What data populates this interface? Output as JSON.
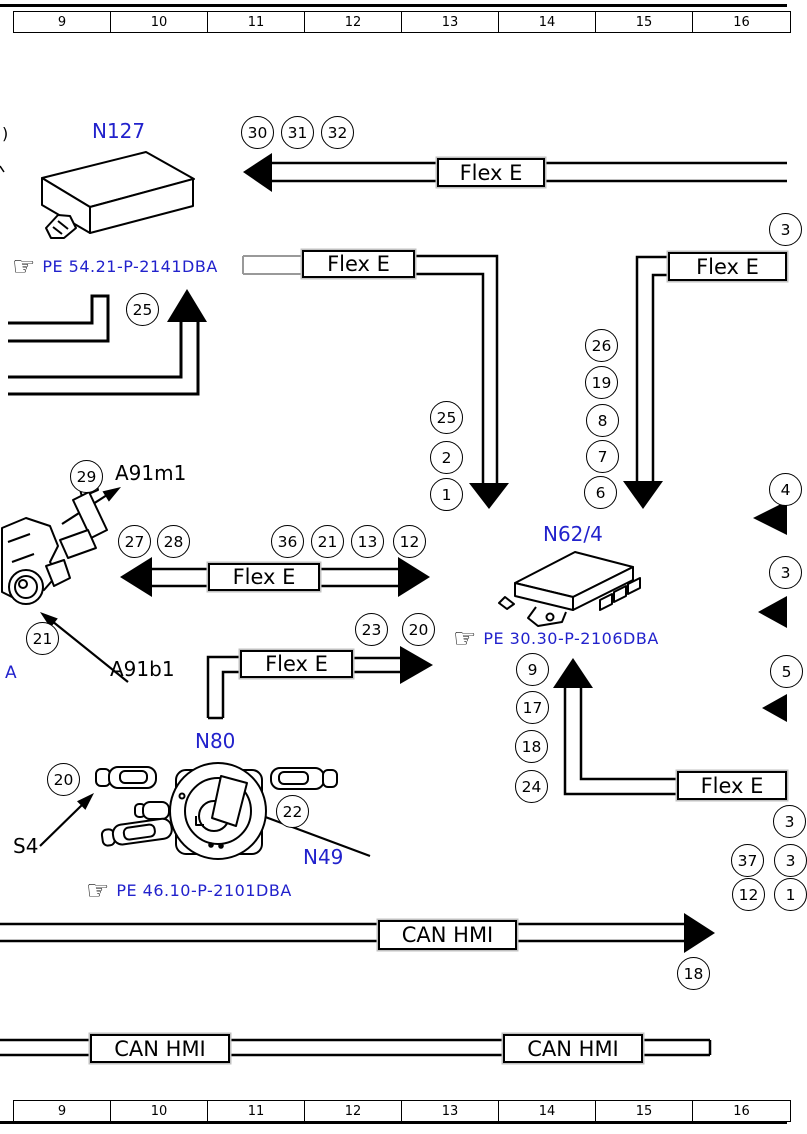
{
  "colors": {
    "accent_blue": "#2222cc",
    "line_black": "#000000"
  },
  "ruler": {
    "cells": [
      "9",
      "10",
      "11",
      "12",
      "13",
      "14",
      "15",
      "16"
    ]
  },
  "labels": {
    "n127": "N127",
    "n62_4": "N62/4",
    "n80": "N80",
    "n49": "N49",
    "a91m1": "A91m1",
    "a91b1": "A91b1",
    "s4": "S4",
    "partial_a": "A",
    "partial_paren": ")"
  },
  "pe_refs": {
    "pe_54": "PE 54.21-P-2141DBA",
    "pe_30": "PE 30.30-P-2106DBA",
    "pe_46": "PE 46.10-P-2101DBA"
  },
  "icons": {
    "pointing_hand": "☞"
  },
  "bus_boxes": {
    "flex_top": "Flex E",
    "flex_2": "Flex E",
    "flex_right": "Flex E",
    "flex_mid": "Flex E",
    "flex_low": "Flex E",
    "flex_bottom_right": "Flex E",
    "can_hmi_main": "CAN HMI",
    "can_hmi_b1": "CAN HMI",
    "can_hmi_b2": "CAN HMI"
  },
  "callouts": {
    "c30": "30",
    "c31": "31",
    "c32": "32",
    "c25l": "25",
    "c25": "25",
    "c2": "2",
    "c1": "1",
    "c26": "26",
    "c19": "19",
    "c8": "8",
    "c7": "7",
    "c6": "6",
    "c29": "29",
    "c27": "27",
    "c28": "28",
    "c36": "36",
    "c21": "21",
    "c13": "13",
    "c12": "12",
    "c21b": "21",
    "c23": "23",
    "c20": "20",
    "c9": "9",
    "c17": "17",
    "c18": "18",
    "c24": "24",
    "c20s": "20",
    "c22": "22",
    "c18can": "18",
    "c37": "37",
    "c12b": "12",
    "p3a": "3",
    "p4": "4",
    "p3b": "3",
    "p5": "5",
    "p3c": "3",
    "p3d": "3",
    "p1": "1"
  }
}
